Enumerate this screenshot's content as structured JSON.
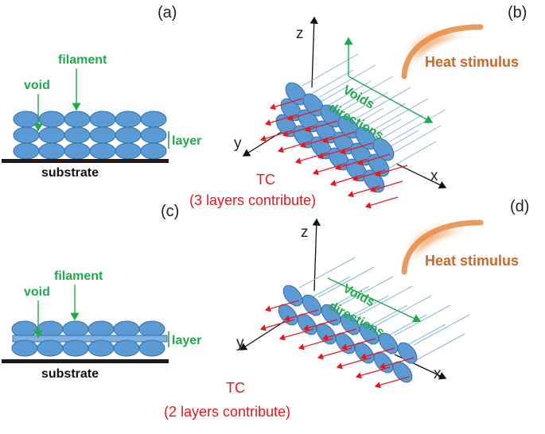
{
  "panels": {
    "a": {
      "label": "(a)",
      "filament": "filament",
      "void": "void",
      "layer": "layer",
      "substrate": "substrate"
    },
    "b": {
      "label": "(b)",
      "axis_x": "x",
      "axis_y": "y",
      "axis_z": "z",
      "voids_line1": "Voids",
      "voids_line2": "directions",
      "heat": "Heat stimulus",
      "tc": "TC",
      "contribution": "(3 layers contribute)"
    },
    "c": {
      "label": "(c)",
      "filament": "filament",
      "void": "void",
      "layer": "layer",
      "substrate": "substrate"
    },
    "d": {
      "label": "(d)",
      "axis_x": "x",
      "axis_y": "y",
      "axis_z": "z",
      "voids_line1": "Voids",
      "voids_line2": "directions",
      "heat": "Heat stimulus",
      "tc": "TC",
      "contribution": "(2 layers contribute)"
    }
  },
  "colors": {
    "filament_fill": "#5b9bd5",
    "filament_stroke": "#3a6ea8",
    "annotation_green": "#1faa4b",
    "tc_red": "#e8171d",
    "heat_orange": "#c8692a",
    "substrate": "#1a1a1a"
  },
  "icons": [
    "heat-arc-icon",
    "axis-arrow-icon",
    "tc-arrow-icon"
  ]
}
